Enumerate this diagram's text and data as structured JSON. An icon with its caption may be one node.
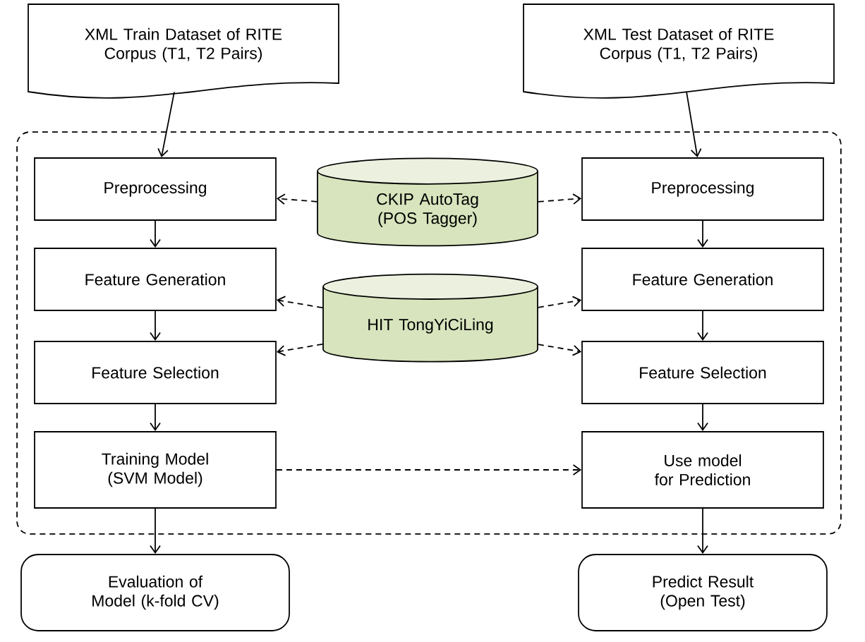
{
  "diagram": {
    "nodes": [
      {
        "text": [
          "XML Train Dataset of RITE Corpus (T1, T2 Pairs)"
        ]
      },
      {
        "text": [
          "XML Test Dataset of RITE Corpus (T1, T2 Pairs)"
        ]
      },
      {
        "text": [],
        "shape": "box"
      },
      {
        "text": [
          "Preprocessing"
        ],
        "in": 2
      },
      {
        "text": [
          "CKIP AutoTag (POS Tagger)"
        ],
        "in": 2
      },
      {
        "text": [
          "Preprocessing"
        ],
        "in": 2
      },
      {
        "text": [
          "Feature Generation"
        ],
        "in": 2
      },
      {
        "text": [
          "HIT TongYiCiLing"
        ],
        "in": 2
      },
      {
        "text": [
          "Feature Generation"
        ],
        "in": 2
      },
      {
        "text": [
          "Feature Selection"
        ],
        "in": 2
      },
      {
        "text": [
          "Feature Selection"
        ],
        "in": 2
      },
      {
        "text": [
          "Training Model (SVM Model)"
        ],
        "in": 2
      },
      {
        "text": [
          "Use model for Prediction"
        ],
        "in": 2
      },
      {
        "text": [
          "Evaluation of Model (k-fold CV)"
        ]
      },
      {
        "text": [
          "Predict Result (Open Test)"
        ]
      }
    ],
    "edges": [
      {
        "from": 0,
        "to": 3,
        "arrow": "to"
      },
      {
        "from": 1,
        "to": 5,
        "arrow": "to"
      },
      {
        "from": 4,
        "to": 3,
        "arrow": "to",
        "style": "dashed"
      },
      {
        "from": 4,
        "to": 5,
        "arrow": "to",
        "style": "dashed"
      },
      {
        "from": 3,
        "to": 6,
        "arrow": "to"
      },
      {
        "from": 5,
        "to": 8,
        "arrow": "to"
      },
      {
        "from": 7,
        "to": 6,
        "arrow": "to",
        "style": "dashed"
      },
      {
        "from": 7,
        "to": 8,
        "arrow": "to",
        "style": "dashed"
      },
      {
        "from": 7,
        "to": 9,
        "arrow": "to",
        "style": "dashed"
      },
      {
        "from": 7,
        "to": 10,
        "arrow": "to",
        "style": "dashed"
      },
      {
        "from": 6,
        "to": 9,
        "arrow": "to"
      },
      {
        "from": 8,
        "to": 10,
        "arrow": "to"
      },
      {
        "from": 9,
        "to": 11,
        "arrow": "to"
      },
      {
        "from": 10,
        "to": 12,
        "arrow": "to"
      },
      {
        "from": 11,
        "to": 12,
        "arrow": "to",
        "style": "dashed"
      },
      {
        "from": 11,
        "to": 13,
        "arrow": "to"
      },
      {
        "from": 12,
        "to": 14,
        "arrow": "to"
      }
    ]
  }
}
